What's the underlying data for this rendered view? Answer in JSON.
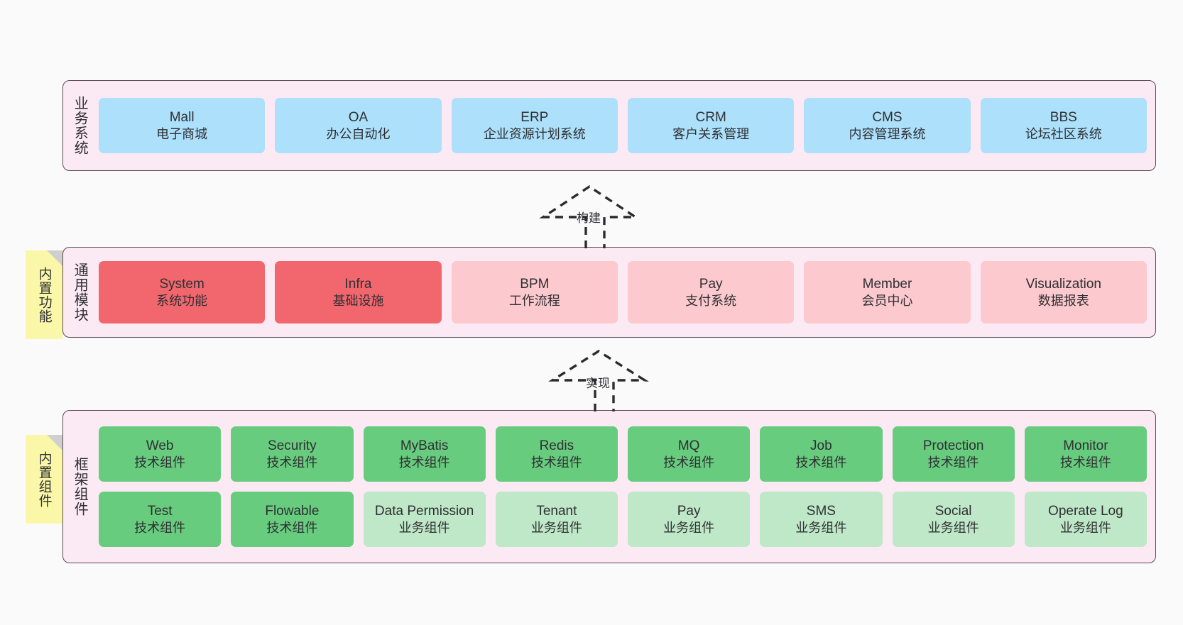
{
  "diagram": {
    "background": "#fafafa",
    "panel_bg": "#fbeaf4",
    "panel_border": "#5b4a52",
    "note_bg": "#faf8a8",
    "colors": {
      "business_system": "#ace0fb",
      "module_enabled": "#f2676e",
      "module_disabled": "#fbc9ce",
      "tech_component": "#68cc7e",
      "biz_component": "#bfe8c8"
    }
  },
  "layers": {
    "business": {
      "title": "业务系统",
      "items": [
        {
          "name": "Mall",
          "desc": "电子商城"
        },
        {
          "name": "OA",
          "desc": "办公自动化"
        },
        {
          "name": "ERP",
          "desc": "企业资源计划系统"
        },
        {
          "name": "CRM",
          "desc": "客户关系管理"
        },
        {
          "name": "CMS",
          "desc": "内容管理系统"
        },
        {
          "name": "BBS",
          "desc": "论坛社区系统"
        }
      ]
    },
    "modules": {
      "title": "通用模块",
      "note": "内置功能",
      "items": [
        {
          "name": "System",
          "desc": "系统功能",
          "state": "on"
        },
        {
          "name": "Infra",
          "desc": "基础设施",
          "state": "on"
        },
        {
          "name": "BPM",
          "desc": "工作流程",
          "state": "off"
        },
        {
          "name": "Pay",
          "desc": "支付系统",
          "state": "off"
        },
        {
          "name": "Member",
          "desc": "会员中心",
          "state": "off"
        },
        {
          "name": "Visualization",
          "desc": "数据报表",
          "state": "off"
        }
      ]
    },
    "framework": {
      "title": "框架组件",
      "note": "内置组件",
      "row1": [
        {
          "name": "Web",
          "desc": "技术组件",
          "kind": "tech"
        },
        {
          "name": "Security",
          "desc": "技术组件",
          "kind": "tech"
        },
        {
          "name": "MyBatis",
          "desc": "技术组件",
          "kind": "tech"
        },
        {
          "name": "Redis",
          "desc": "技术组件",
          "kind": "tech"
        },
        {
          "name": "MQ",
          "desc": "技术组件",
          "kind": "tech"
        },
        {
          "name": "Job",
          "desc": "技术组件",
          "kind": "tech"
        },
        {
          "name": "Protection",
          "desc": "技术组件",
          "kind": "tech"
        },
        {
          "name": "Monitor",
          "desc": "技术组件",
          "kind": "tech"
        }
      ],
      "row2": [
        {
          "name": "Test",
          "desc": "技术组件",
          "kind": "tech"
        },
        {
          "name": "Flowable",
          "desc": "技术组件",
          "kind": "tech"
        },
        {
          "name": "Data Permission",
          "desc": "业务组件",
          "kind": "biz"
        },
        {
          "name": "Tenant",
          "desc": "业务组件",
          "kind": "biz"
        },
        {
          "name": "Pay",
          "desc": "业务组件",
          "kind": "biz"
        },
        {
          "name": "SMS",
          "desc": "业务组件",
          "kind": "biz"
        },
        {
          "name": "Social",
          "desc": "业务组件",
          "kind": "biz"
        },
        {
          "name": "Operate Log",
          "desc": "业务组件",
          "kind": "biz"
        }
      ]
    }
  },
  "connectors": [
    {
      "label": "构建",
      "from": "modules",
      "to": "business"
    },
    {
      "label": "实现",
      "from": "framework",
      "to": "modules"
    }
  ]
}
